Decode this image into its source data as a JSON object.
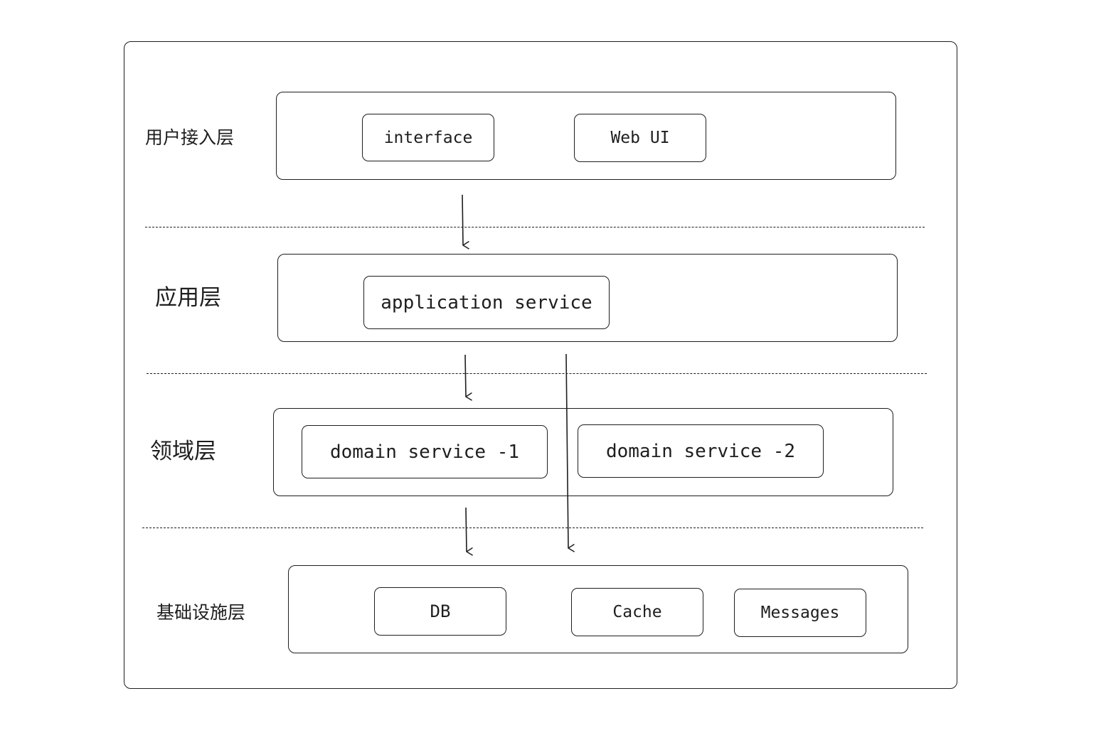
{
  "layers": {
    "access": {
      "label": "用户接入层",
      "nodes": [
        "interface",
        "Web UI"
      ]
    },
    "application": {
      "label": "应用层",
      "nodes": [
        "application service"
      ]
    },
    "domain": {
      "label": "领域层",
      "nodes": [
        "domain service -1",
        "domain service -2"
      ]
    },
    "infrastructure": {
      "label": "基础设施层",
      "nodes": [
        "DB",
        "Cache",
        "Messages"
      ]
    }
  },
  "connections": [
    {
      "from": "interface",
      "to": "application service"
    },
    {
      "from": "application service",
      "to": "domain service -1"
    },
    {
      "from": "application service",
      "to": "infrastructure"
    },
    {
      "from": "domain service -1",
      "to": "DB"
    }
  ]
}
